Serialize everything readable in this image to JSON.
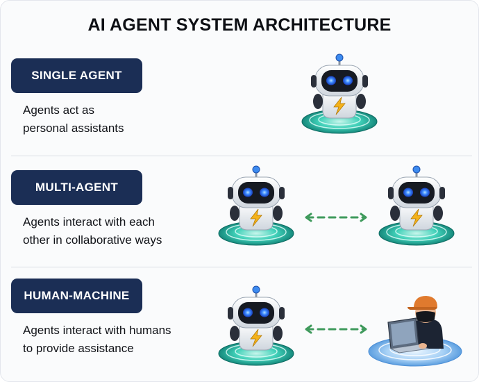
{
  "title": "AI AGENT SYSTEM ARCHITECTURE",
  "sections": [
    {
      "label": "SINGLE AGENT",
      "description_lines": [
        "Agents act as",
        "personal assistants"
      ]
    },
    {
      "label": "MULTI-AGENT",
      "description_lines": [
        "Agents interact with each",
        "other in collaborative ways"
      ]
    },
    {
      "label": "HUMAN-MACHINE",
      "description_lines": [
        "Agents interact with humans",
        "to provide assistance"
      ]
    }
  ],
  "icons": [
    "robot-icon",
    "human-at-laptop-icon",
    "bidirectional-arrow-icon"
  ],
  "colors": {
    "pill_bg": "#1b2e55",
    "arrow": "#3f9a5c",
    "platform_teal": "#2fc3b0",
    "platform_blue": "#8fc0f0",
    "robot_eye": "#2f6cff",
    "bolt": "#f4b21b",
    "cap": "#e07a2e"
  }
}
